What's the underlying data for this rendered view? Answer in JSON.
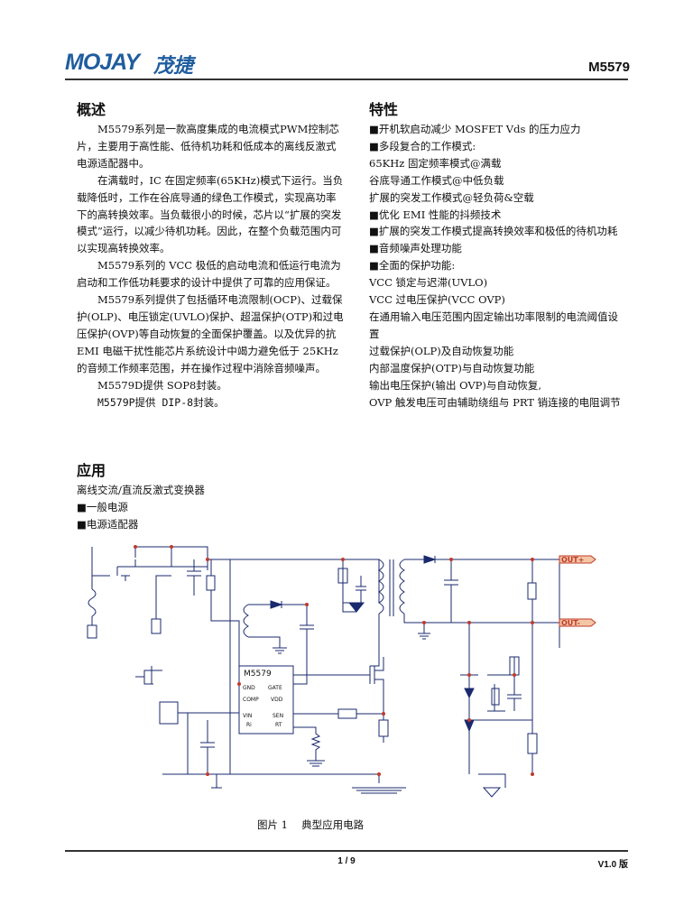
{
  "header": {
    "logo_en": "MOJAY",
    "logo_cn": "茂捷",
    "model": "M5579"
  },
  "overview": {
    "title": "概述",
    "paragraphs": [
      "M5579系列是一款高度集成的电流模式PWM控制芯片，主要用于高性能、低待机功耗和低成本的离线反激式电源适配器中。",
      "在满载时，IC 在固定频率(65KHz)模式下运行。当负载降低时，工作在谷底导通的绿色工作模式，实现高功率下的高转换效率。当负载很小的时候，芯片以“扩展的突发模式”运行，以减少待机功耗。因此，在整个负载范围内可以实现高转换效率。",
      "M5579系列的 VCC 极低的启动电流和低运行电流为启动和工作低功耗要求的设计中提供了可靠的应用保证。",
      "M5579系列提供了包括循环电流限制(OCP)、过载保护(OLP)、电压锁定(UVLO)保护、超温保护(OTP)和过电压保护(OVP)等自动恢复的全面保护覆盖。以及优异的抗 EMI 电磁干扰性能芯片系统设计中竭力避免低于 25KHz 的音频工作频率范围，并在操作过程中消除音频噪声。",
      "M5579D提供 SOP8封装。",
      "M5579P提供 DIP-8封装。"
    ]
  },
  "features": {
    "title": "特性",
    "items": [
      "■开机软启动减少 MOSFET Vds 的压力应力",
      "■多段复合的工作模式:",
      "65KHz 固定频率模式@满载",
      "谷底导通工作模式@中低负载",
      "扩展的突发工作模式@轻负荷&空载",
      "■优化 EMI 性能的抖频技术",
      "■扩展的突发工作模式提高转换效率和极低的待机功耗",
      "■音频噪声处理功能",
      "■全面的保护功能:",
      "VCC 锁定与迟滞(UVLO)",
      "VCC 过电压保护(VCC OVP)",
      "在通用输入电压范围内固定输出功率限制的电流阈值设置",
      "过载保护(OLP)及自动恢复功能",
      "内部温度保护(OTP)与自动恢复功能",
      "输出电压保护(输出 OVP)与自动恢复,",
      "OVP 触发电压可由辅助绕组与 PRT 销连接的电阻调节"
    ]
  },
  "applications": {
    "title": "应用",
    "items": [
      "离线交流/直流反激式变换器",
      "■一般电源",
      "■电源适配器"
    ]
  },
  "circuit": {
    "chip_name": "M5579",
    "pins_left": [
      "GND",
      "COMP",
      "VIN",
      "Ri"
    ],
    "pins_right": [
      "GATE",
      "VDD",
      "SEN",
      "RT"
    ],
    "out_pos": "OUT+",
    "out_neg": "OUT-"
  },
  "caption": "图片 1　 典型应用电路",
  "footer": {
    "page": "1 / 9",
    "version": "V1.0 版"
  }
}
